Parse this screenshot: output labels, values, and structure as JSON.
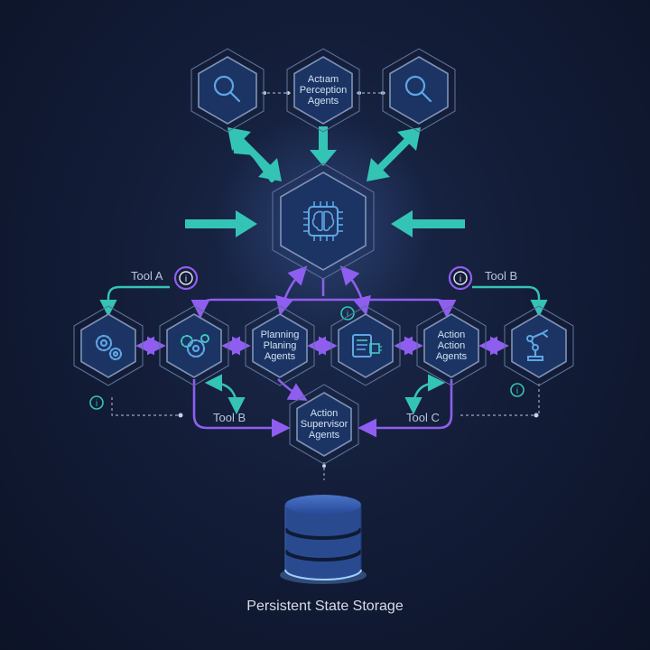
{
  "nodes": {
    "perception": [
      "Actıam",
      "Perception",
      "Agents"
    ],
    "planning": [
      "Planning",
      "Planing",
      "Agents"
    ],
    "action": [
      "Action",
      "Action",
      "Agents"
    ],
    "supervisor": [
      "Action",
      "Supervisor",
      "Agents"
    ]
  },
  "tools": {
    "tool_a": "Tool A",
    "tool_b_top": "Tool B",
    "tool_b_bottom": "Tool B",
    "tool_c": "Tool C"
  },
  "info_badge": "i",
  "storage_label": "Persistent State Storage",
  "colors": {
    "background": "#131d38",
    "teal_arrows": "#34c4b6",
    "purple_links": "#8f5ef0",
    "node_fill": "#1c3463",
    "icon_blue": "#5ea6e6"
  },
  "icons": [
    "search-icon",
    "brain-chip-icon",
    "gears-icon",
    "settings-gears-icon",
    "document-chip-icon",
    "robot-arm-icon",
    "database-icon",
    "info-icon"
  ]
}
